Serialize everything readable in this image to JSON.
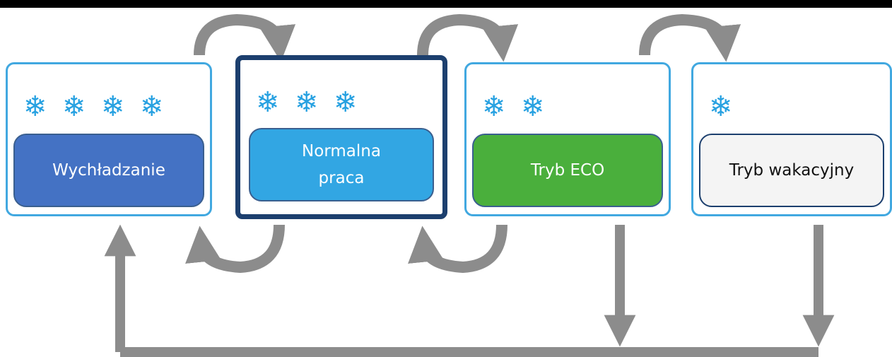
{
  "modes": [
    {
      "id": "wychladzanie",
      "label": "Wychładzanie",
      "flakes": 4,
      "fill": "#4472c4",
      "text_color": "#ffffff",
      "active": false
    },
    {
      "id": "normalna-praca",
      "label": "Normalna praca",
      "flakes": 3,
      "fill": "#32a6e3",
      "text_color": "#ffffff",
      "active": true
    },
    {
      "id": "tryb-eco",
      "label": "Tryb ECO",
      "flakes": 2,
      "fill": "#4aaf3c",
      "text_color": "#ffffff",
      "active": false
    },
    {
      "id": "tryb-wakacyjny",
      "label": "Tryb wakacyjny",
      "flakes": 1,
      "fill": "#f4f4f4",
      "text_color": "#111111",
      "active": false
    }
  ],
  "flake_icon": "snowflake-icon",
  "colors": {
    "arrow": "#8c8c8c",
    "box_border": "#41a8e0",
    "active_border": "#1c3f6e",
    "flake": "#27a1e1"
  }
}
